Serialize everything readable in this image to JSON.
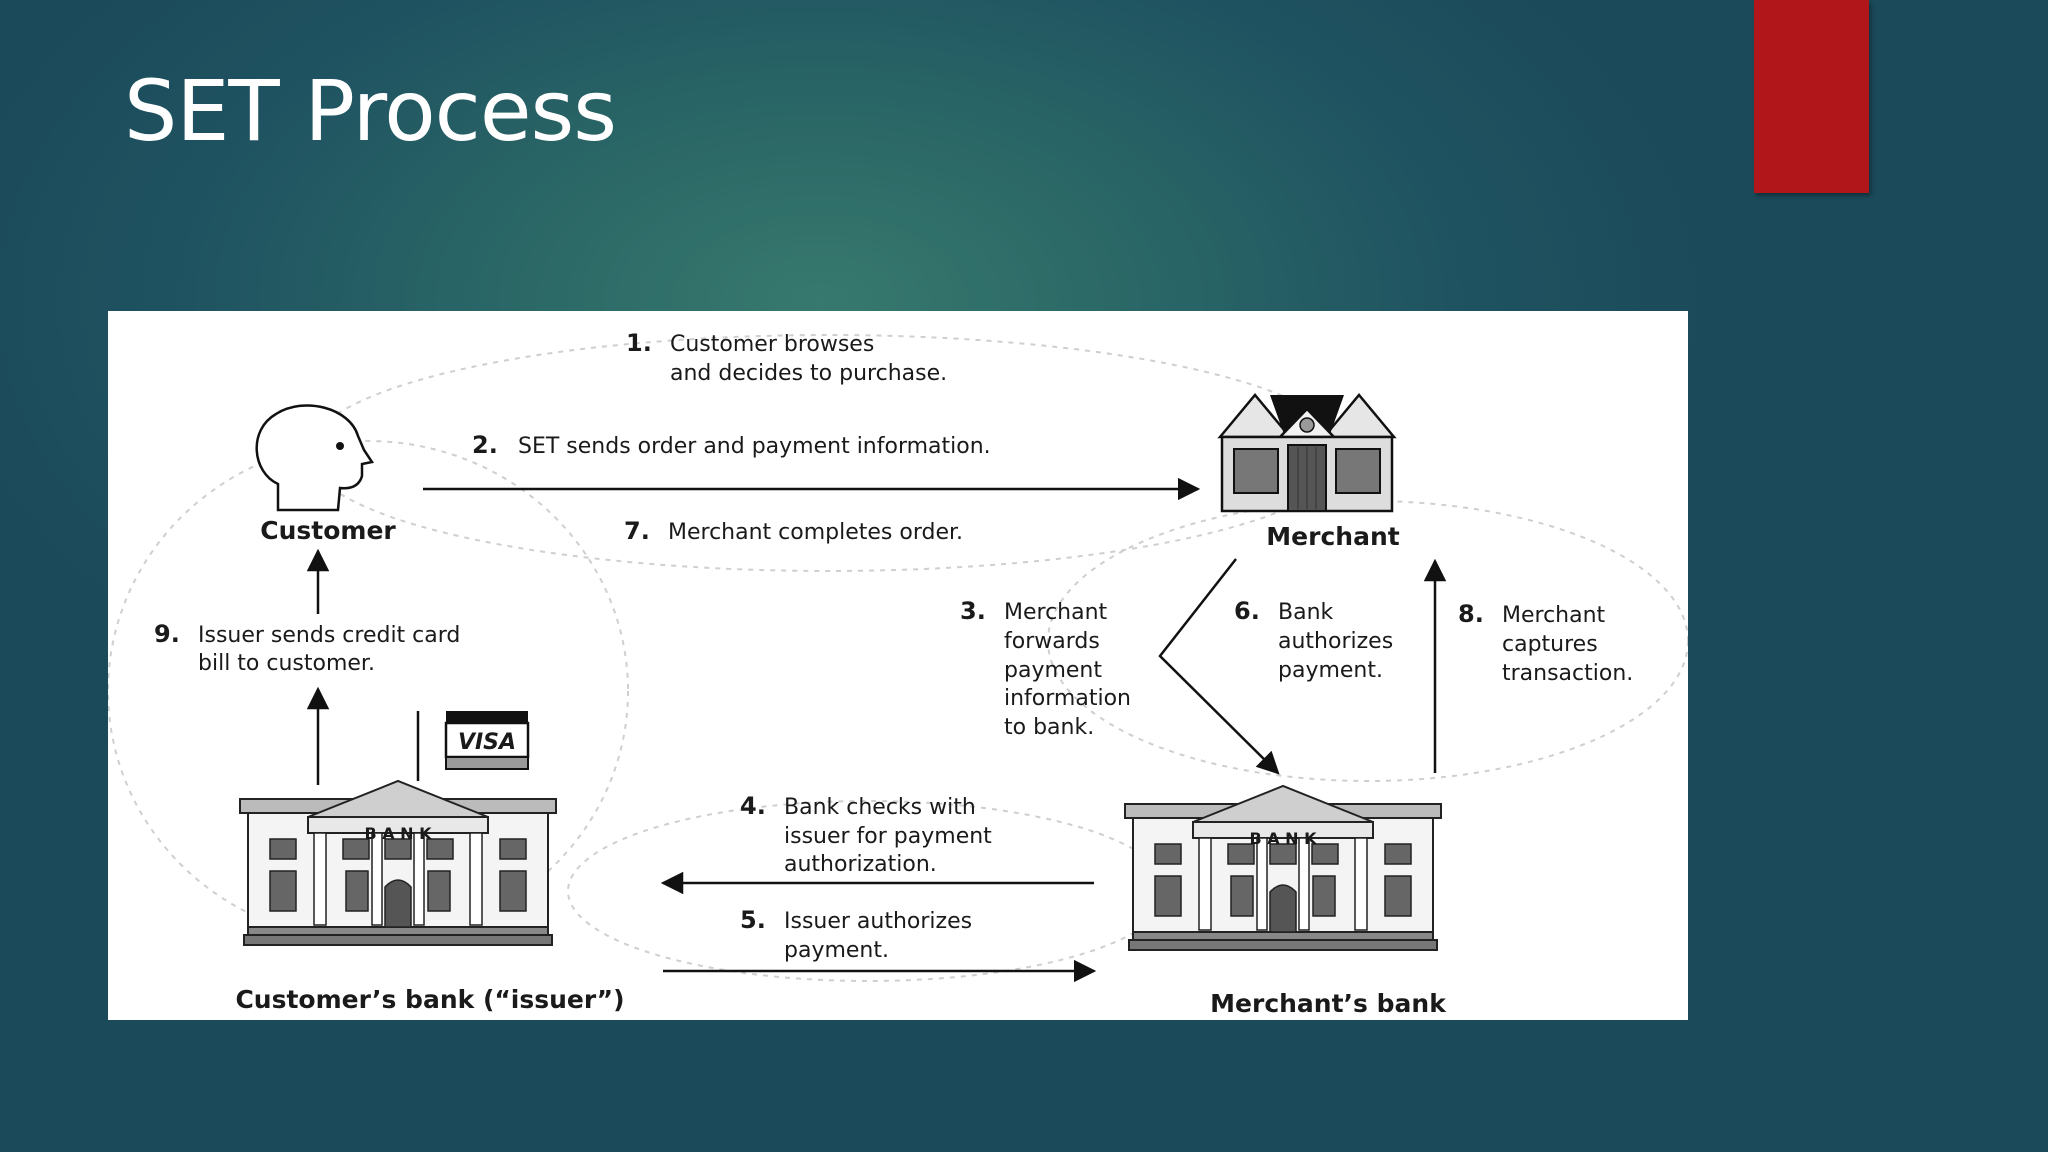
{
  "slide": {
    "title": "SET Process"
  },
  "diagram": {
    "nodes": {
      "customer": "Customer",
      "merchant": "Merchant",
      "issuer_bank": "Customer’s bank (“issuer”)",
      "merchant_bank": "Merchant’s bank",
      "bank_sign": "B A N K",
      "visa_flag": "VISA"
    },
    "steps": [
      {
        "num": "1.",
        "lines": [
          "Customer browses",
          "and decides to purchase."
        ]
      },
      {
        "num": "2.",
        "lines": [
          "SET sends order and payment information."
        ]
      },
      {
        "num": "3.",
        "lines": [
          "Merchant",
          "forwards",
          "payment",
          "information",
          "to bank."
        ]
      },
      {
        "num": "4.",
        "lines": [
          "Bank checks with",
          "issuer for payment",
          "authorization."
        ]
      },
      {
        "num": "5.",
        "lines": [
          "Issuer authorizes",
          "payment."
        ]
      },
      {
        "num": "6.",
        "lines": [
          "Bank",
          "authorizes",
          "payment."
        ]
      },
      {
        "num": "7.",
        "lines": [
          "Merchant completes order."
        ]
      },
      {
        "num": "8.",
        "lines": [
          "Merchant",
          "captures",
          "transaction."
        ]
      },
      {
        "num": "9.",
        "lines": [
          "Issuer sends credit card",
          "bill to customer."
        ]
      }
    ]
  }
}
